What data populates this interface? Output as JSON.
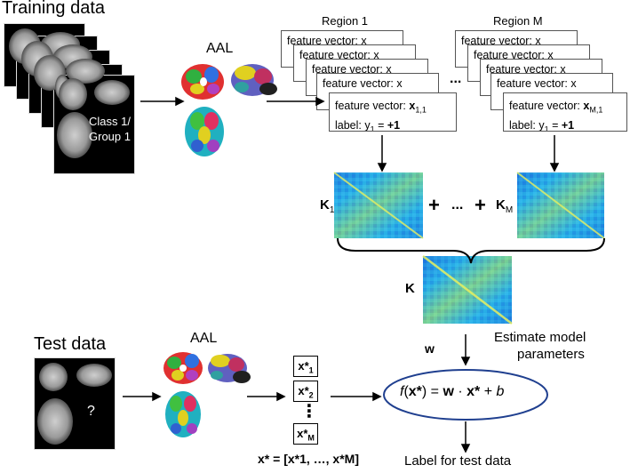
{
  "training": {
    "title": "Training data",
    "class_label_line1": "Class 1/",
    "class_label_line2": "Group 1"
  },
  "atlas_label": "AAL",
  "regions": {
    "region1_title": "Region 1",
    "regionM_title": "Region M",
    "ellipsis": "...",
    "back_card_text": "feature vector: x",
    "region1_card": {
      "feature_prefix": "feature vector: ",
      "feature_var": "x",
      "feature_sub": "1,1",
      "label_prefix": "label: y",
      "label_sub": "1",
      "label_eq": " = ",
      "label_value": "+1"
    },
    "regionM_card": {
      "feature_prefix": "feature vector: ",
      "feature_var": "x",
      "feature_sub": "M,1",
      "label_prefix": "label: y",
      "label_sub": "1",
      "label_eq": " = ",
      "label_value": "+1"
    }
  },
  "kernels": {
    "k1": "K",
    "k1_sub": "1",
    "plus": "+",
    "dots": "...",
    "km": "K",
    "km_sub": "M",
    "k": "K"
  },
  "model": {
    "w": "w",
    "estimate_line1": "Estimate model",
    "estimate_line2": "parameters"
  },
  "test": {
    "title": "Test data",
    "question": "?",
    "atlas_label": "AAL",
    "vec1": "x*",
    "vec1_sub": "1",
    "vec2": "x*",
    "vec2_sub": "2",
    "vecM": "x*",
    "vecM_sub": "M",
    "vec_dots": "⋮",
    "vector_formula": "x* = [x*1, …, x*M]"
  },
  "formula": {
    "f": "f",
    "open": "(",
    "x": "x*",
    "close": ") = ",
    "w": "w",
    "dot": " · ",
    "x2": "x*",
    "plus": " + ",
    "b": "b"
  },
  "output_label": "Label for test data"
}
